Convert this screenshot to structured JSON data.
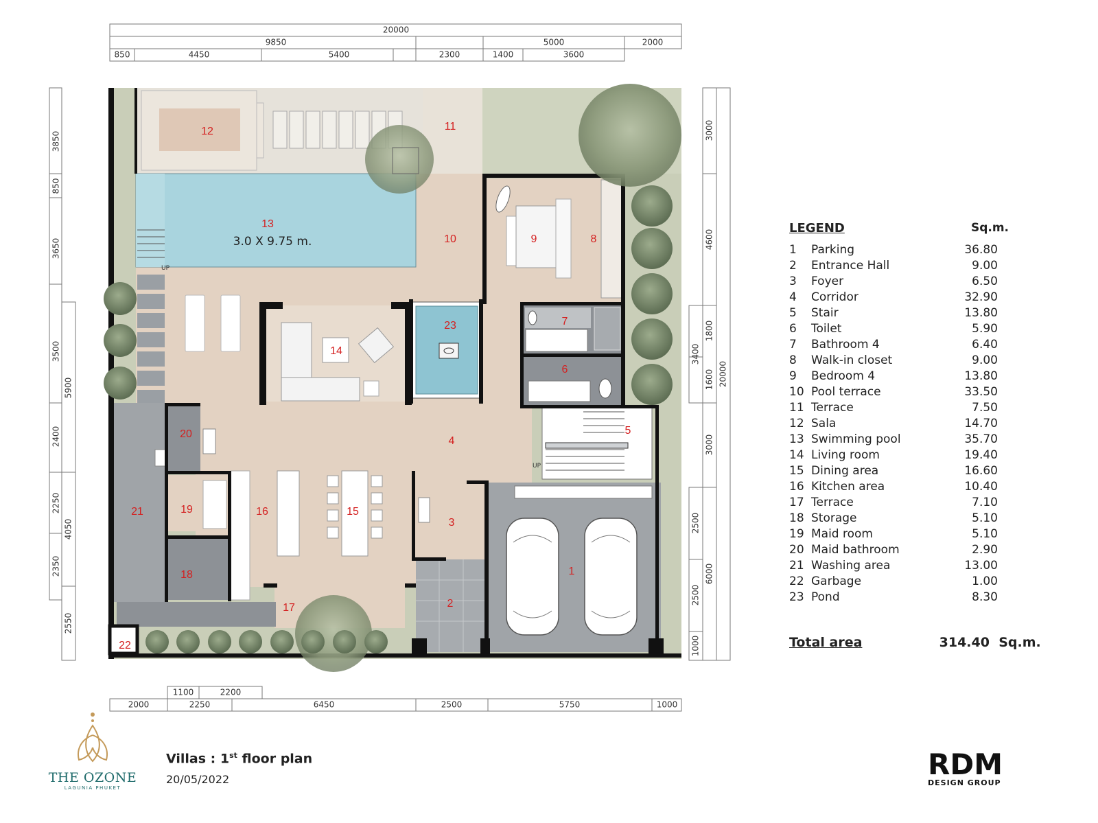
{
  "legend": {
    "title": "LEGEND",
    "unit_header": "Sq.m.",
    "rows": [
      {
        "no": "1",
        "label": "Parking",
        "area": "36.80"
      },
      {
        "no": "2",
        "label": "Entrance Hall",
        "area": "9.00"
      },
      {
        "no": "3",
        "label": "Foyer",
        "area": "6.50"
      },
      {
        "no": "4",
        "label": "Corridor",
        "area": "32.90"
      },
      {
        "no": "5",
        "label": "Stair",
        "area": "13.80"
      },
      {
        "no": "6",
        "label": "Toilet",
        "area": "5.90"
      },
      {
        "no": "7",
        "label": "Bathroom 4",
        "area": "6.40"
      },
      {
        "no": "8",
        "label": "Walk-in closet",
        "area": "9.00"
      },
      {
        "no": "9",
        "label": "Bedroom 4",
        "area": "13.80"
      },
      {
        "no": "10",
        "label": "Pool terrace",
        "area": "33.50"
      },
      {
        "no": "11",
        "label": "Terrace",
        "area": "7.50"
      },
      {
        "no": "12",
        "label": "Sala",
        "area": "14.70"
      },
      {
        "no": "13",
        "label": "Swimming pool",
        "area": "35.70"
      },
      {
        "no": "14",
        "label": "Living room",
        "area": "19.40"
      },
      {
        "no": "15",
        "label": "Dining area",
        "area": "16.60"
      },
      {
        "no": "16",
        "label": "Kitchen area",
        "area": "10.40"
      },
      {
        "no": "17",
        "label": "Terrace",
        "area": "7.10"
      },
      {
        "no": "18",
        "label": "Storage",
        "area": "5.10"
      },
      {
        "no": "19",
        "label": "Maid room",
        "area": "5.10"
      },
      {
        "no": "20",
        "label": "Maid bathroom",
        "area": "2.90"
      },
      {
        "no": "21",
        "label": "Washing area",
        "area": "13.00"
      },
      {
        "no": "22",
        "label": "Garbage",
        "area": "1.00"
      },
      {
        "no": "23",
        "label": "Pond",
        "area": "8.30"
      }
    ],
    "total_label": "Total area",
    "total_value": "314.40",
    "total_unit": "Sq.m."
  },
  "pool_size": "3.0 X 9.75 m.",
  "room_numbers": [
    "1",
    "2",
    "3",
    "4",
    "5",
    "6",
    "7",
    "8",
    "9",
    "10",
    "11",
    "12",
    "13",
    "14",
    "15",
    "16",
    "17",
    "18",
    "19",
    "20",
    "21",
    "22",
    "23"
  ],
  "stair_labels": [
    "UP",
    "UP"
  ],
  "dimensions": {
    "top_total": "20000",
    "top_row2": [
      "9850",
      "5000",
      "2000"
    ],
    "top_row3": [
      "850",
      "4450",
      "5400",
      "2300",
      "1400",
      "3600"
    ],
    "bottom_row1": [
      "1100",
      "2200"
    ],
    "bottom_row2": [
      "2000",
      "2250",
      "6450",
      "2500",
      "5750",
      "1000"
    ],
    "left_outer": [
      "3850",
      "850",
      "3650",
      "3500",
      "2400",
      "2250",
      "2350"
    ],
    "left_inner": [
      "5900",
      "4050",
      "2550"
    ],
    "right_inner": [
      "1800",
      "1600",
      "2500",
      "2500",
      "1000"
    ],
    "right_mid": [
      "3400"
    ],
    "right_outer": [
      "3000",
      "4600",
      "3000",
      "6000"
    ],
    "right_total": "20000"
  },
  "project": {
    "brand": "THE OZONE",
    "sub": "LAGUNIA PHUKET",
    "title_prefix": "Villas : 1",
    "title_sup": "st",
    "title_suffix": " floor plan",
    "date": "20/05/2022"
  },
  "designer": {
    "logo": "RDM",
    "sub": "DESIGN GROUP"
  },
  "colors": {
    "floor_wood": "#e3d2c2",
    "pool": "#a9d4de",
    "grass": "#c8cdb6",
    "paving": "#a0a4a8",
    "room_gray": "#8d9196",
    "wall": "#111111",
    "number": "#d42020",
    "brand": "#1f6b6b"
  }
}
